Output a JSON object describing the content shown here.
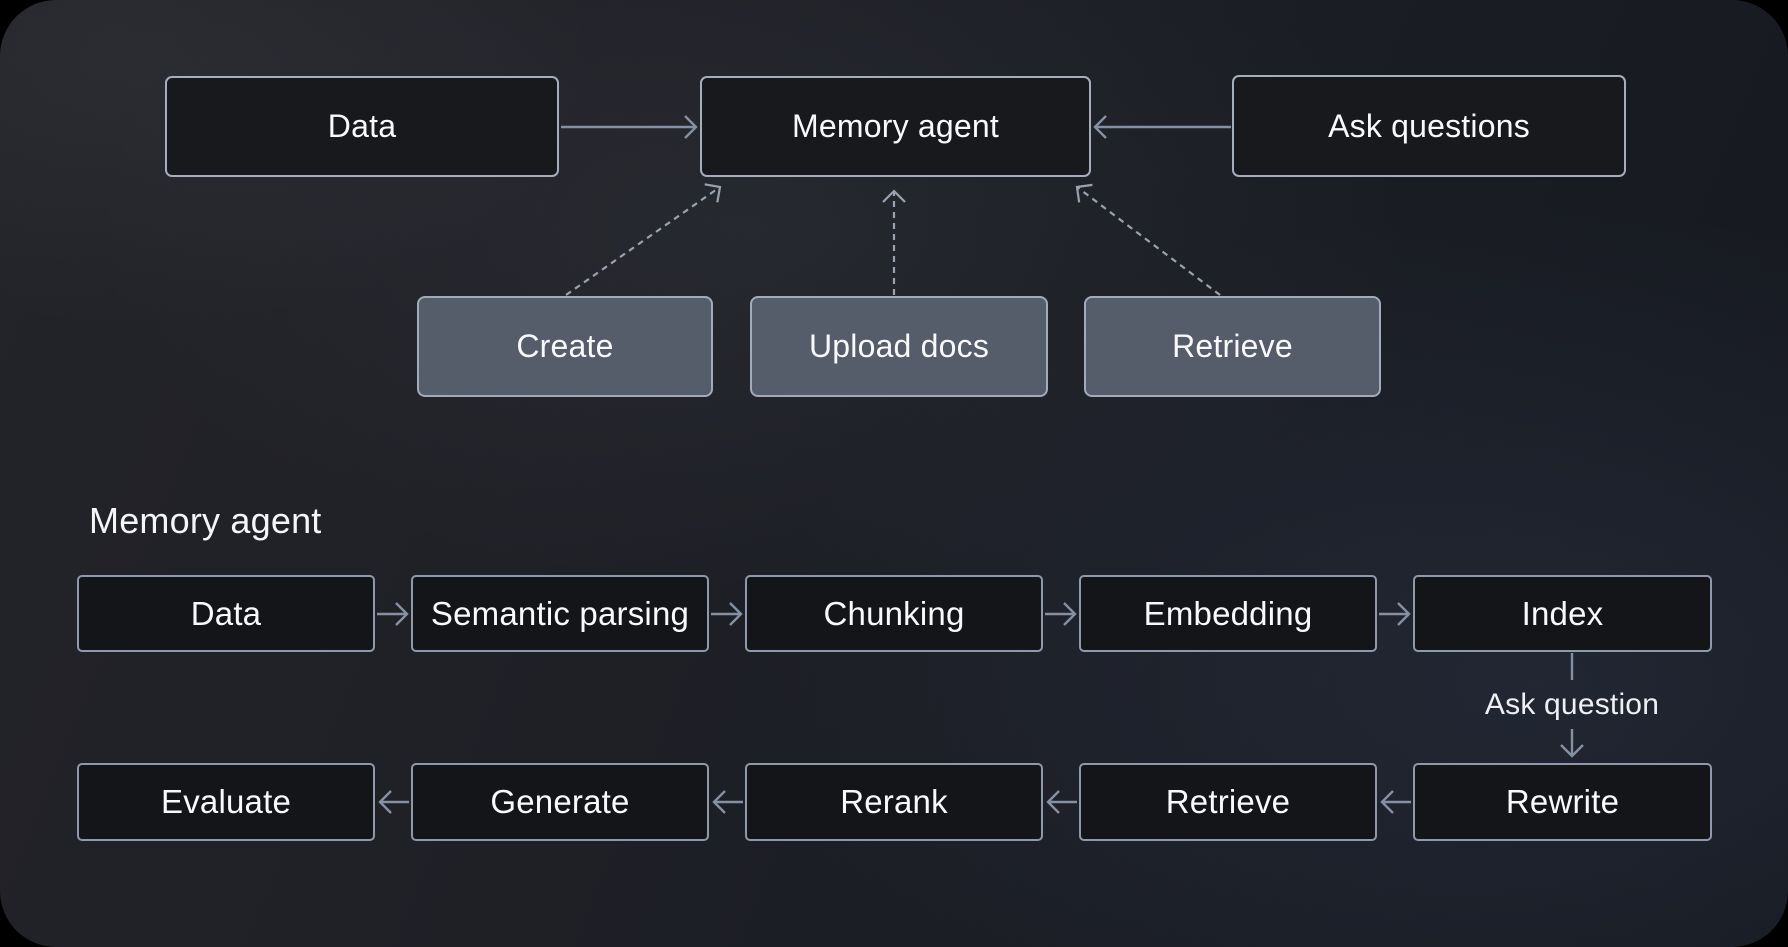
{
  "colors": {
    "page_background": "#000000",
    "panel_background": "#1f2127",
    "dark_box_fill": "#18191d",
    "dark_box_border": "#a6adbd",
    "gray_box_fill": "#555c6a",
    "gray_box_border": "#a2abbb",
    "solid_arrow": "#8590a2",
    "dashed_arrow": "#9aa2b1",
    "text": "#f8f9fb"
  },
  "top_flow": {
    "data": "Data",
    "memory_agent": "Memory agent",
    "ask_questions": "Ask questions",
    "create": "Create",
    "upload_docs": "Upload docs",
    "retrieve": "Retrieve"
  },
  "pipeline": {
    "title": "Memory agent",
    "ingest_steps": [
      "Data",
      "Semantic parsing",
      "Chunking",
      "Embedding",
      "Index"
    ],
    "edge_label": "Ask question",
    "answer_steps": [
      "Evaluate",
      "Generate",
      "Rerank",
      "Retrieve",
      "Rewrite"
    ]
  }
}
